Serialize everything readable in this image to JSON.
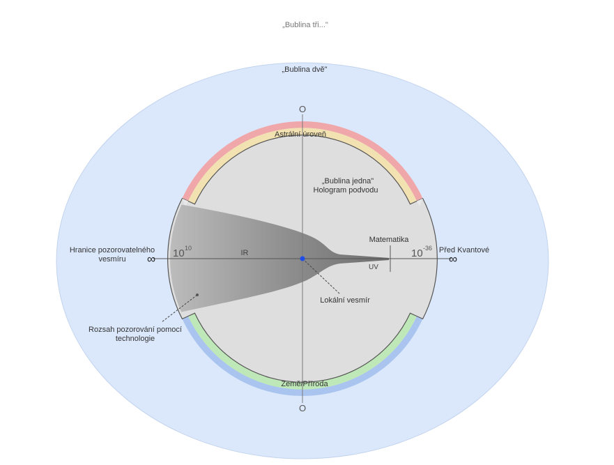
{
  "labels": {
    "bubble_three": "„Bublina tři...\"",
    "bubble_two": "„Bublina dvě\"",
    "bubble_one": "„Bublina jedna\"",
    "hologram": "Hologram podvodu",
    "astral": "Astrální  úroveň",
    "earth": "Země/Příroda",
    "zero_top": "O",
    "zero_bottom": "O",
    "boundary_line1": "Hranice pozorovatelného",
    "boundary_line2": "vesmíru",
    "pre_quantum": "Před Kvantové",
    "math": "Matematika",
    "uv": "UV",
    "ir": "IR",
    "local": "Lokální vesmír",
    "range_line1": "Rozsah pozorování pomocí",
    "range_line2": "technologie",
    "pow_left_base": "10",
    "pow_left_exp": "10",
    "pow_right_base": "10",
    "pow_right_exp": "-36",
    "infinity_left": "∞",
    "infinity_right": "∞"
  },
  "colors": {
    "outer_bubble": "#dbe8fb",
    "inner_disc": "#dedede",
    "astral_outer": "#f0a7aa",
    "astral_inner": "#f3e2b1",
    "earth_outer": "#a9c4ee",
    "earth_inner": "#bfe8b8",
    "local_dot": "#1f4de8"
  }
}
